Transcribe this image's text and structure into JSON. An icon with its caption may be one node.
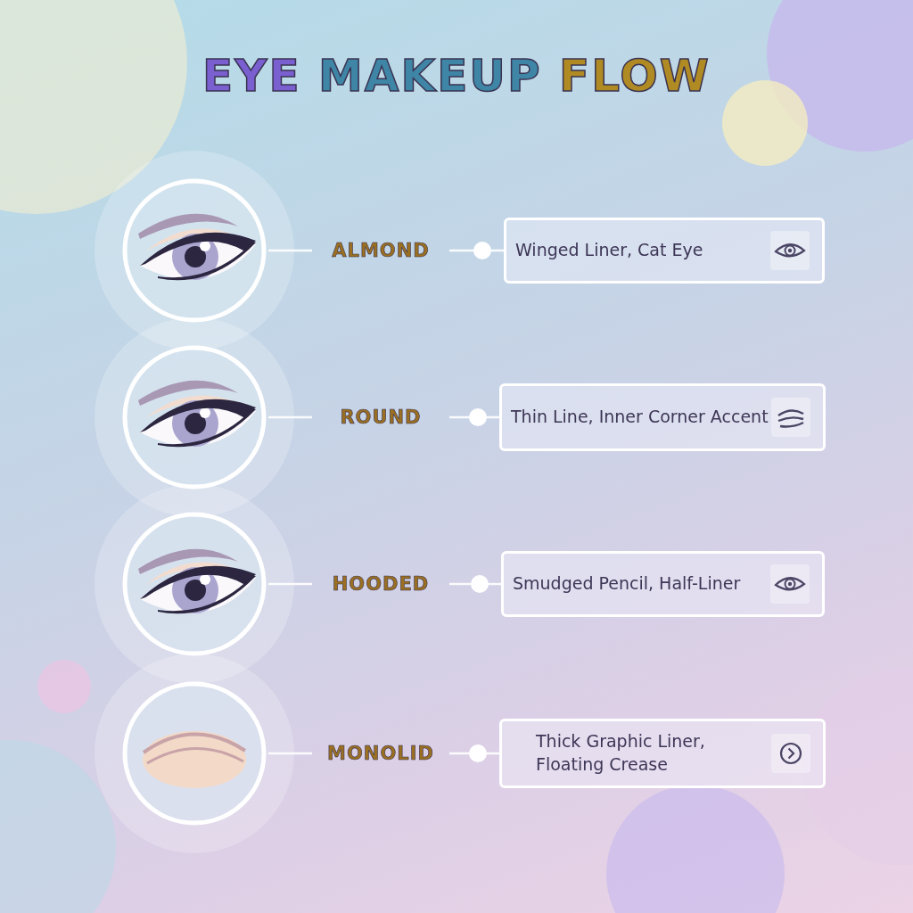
{
  "diagram": {
    "title": "EYE MAKEUP FLOW",
    "nodes": [
      {
        "text": [],
        "shape": "picture"
      },
      {
        "text": [
          "ALMOND"
        ]
      },
      {
        "text": [
          "Winged Liner, Cat Eye"
        ]
      },
      {
        "text": [],
        "shape": "picture"
      },
      {
        "text": [
          "ROUND"
        ]
      },
      {
        "text": [
          "Thin Line, Inner Corner Accent"
        ]
      },
      {
        "text": [],
        "shape": "picture"
      },
      {
        "text": [
          "HOODED"
        ]
      },
      {
        "text": [
          "Smudged Pencil, Half-Liner"
        ]
      },
      {
        "text": [],
        "shape": "picture"
      },
      {
        "text": [
          "MONOLID"
        ]
      },
      {
        "text": [
          "Thick Graphic Liner, Floating Crease"
        ]
      }
    ],
    "edges": [
      {
        "from": 0,
        "to": 1,
        "arrow": "none"
      },
      {
        "from": 1,
        "to": 2,
        "arrow": "other"
      },
      {
        "from": 3,
        "to": 4,
        "arrow": "none"
      },
      {
        "from": 4,
        "to": 5,
        "arrow": "other"
      },
      {
        "from": 6,
        "to": 7,
        "arrow": "none"
      },
      {
        "from": 7,
        "to": 8,
        "arrow": "other"
      },
      {
        "from": 9,
        "to": 10,
        "arrow": "none"
      },
      {
        "from": 10,
        "to": 11,
        "arrow": "other"
      }
    ]
  }
}
